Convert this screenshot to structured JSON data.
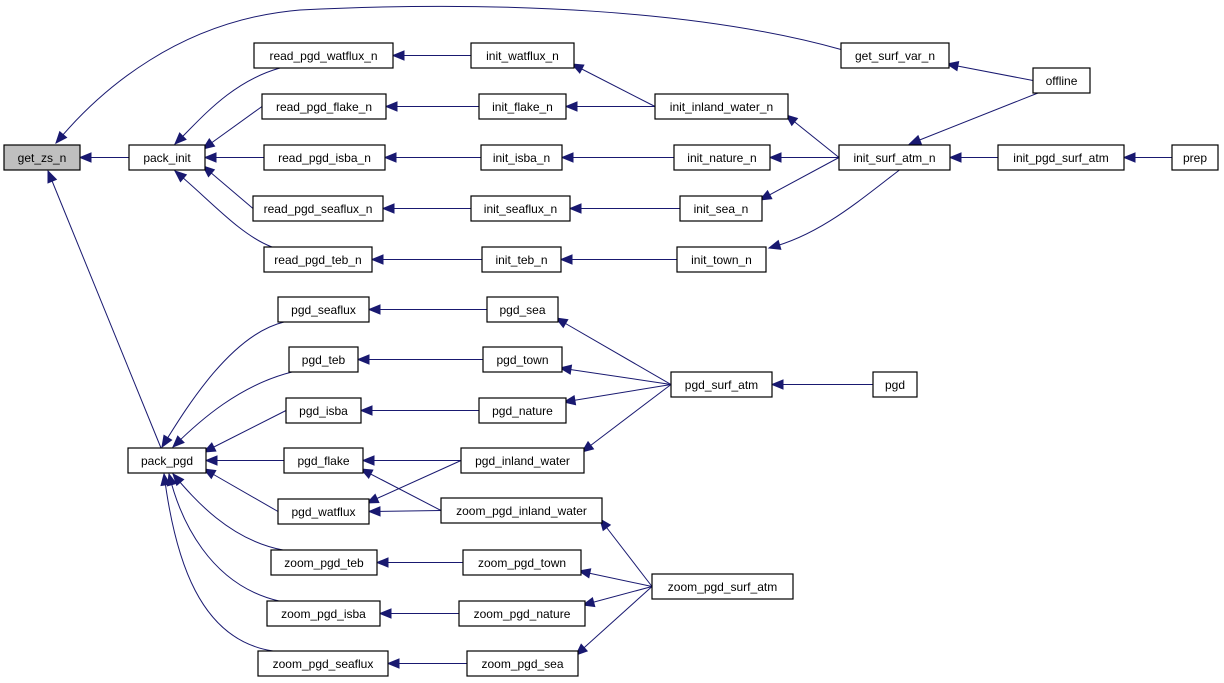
{
  "graph": {
    "type": "doxygen-caller-graph",
    "colors": {
      "edge": "#191970",
      "root_fill": "#bfbfbf",
      "node_fill": "#ffffff",
      "border": "#000000"
    },
    "root": "get_zs_n",
    "nodes": [
      {
        "id": "get_zs_n",
        "label": "get_zs_n"
      },
      {
        "id": "pack_init",
        "label": "pack_init"
      },
      {
        "id": "pack_pgd",
        "label": "pack_pgd"
      },
      {
        "id": "get_surf_var_n",
        "label": "get_surf_var_n"
      },
      {
        "id": "offline",
        "label": "offline"
      },
      {
        "id": "read_pgd_watflux_n",
        "label": "read_pgd_watflux_n"
      },
      {
        "id": "read_pgd_flake_n",
        "label": "read_pgd_flake_n"
      },
      {
        "id": "read_pgd_isba_n",
        "label": "read_pgd_isba_n"
      },
      {
        "id": "read_pgd_seaflux_n",
        "label": "read_pgd_seaflux_n"
      },
      {
        "id": "read_pgd_teb_n",
        "label": "read_pgd_teb_n"
      },
      {
        "id": "init_watflux_n",
        "label": "init_watflux_n"
      },
      {
        "id": "init_flake_n",
        "label": "init_flake_n"
      },
      {
        "id": "init_isba_n",
        "label": "init_isba_n"
      },
      {
        "id": "init_seaflux_n",
        "label": "init_seaflux_n"
      },
      {
        "id": "init_teb_n",
        "label": "init_teb_n"
      },
      {
        "id": "init_inland_water_n",
        "label": "init_inland_water_n"
      },
      {
        "id": "init_nature_n",
        "label": "init_nature_n"
      },
      {
        "id": "init_sea_n",
        "label": "init_sea_n"
      },
      {
        "id": "init_town_n",
        "label": "init_town_n"
      },
      {
        "id": "init_surf_atm_n",
        "label": "init_surf_atm_n"
      },
      {
        "id": "init_pgd_surf_atm",
        "label": "init_pgd_surf_atm"
      },
      {
        "id": "prep",
        "label": "prep"
      },
      {
        "id": "pgd_seaflux",
        "label": "pgd_seaflux"
      },
      {
        "id": "pgd_teb",
        "label": "pgd_teb"
      },
      {
        "id": "pgd_isba",
        "label": "pgd_isba"
      },
      {
        "id": "pgd_flake",
        "label": "pgd_flake"
      },
      {
        "id": "pgd_watflux",
        "label": "pgd_watflux"
      },
      {
        "id": "pgd_sea",
        "label": "pgd_sea"
      },
      {
        "id": "pgd_town",
        "label": "pgd_town"
      },
      {
        "id": "pgd_nature",
        "label": "pgd_nature"
      },
      {
        "id": "pgd_inland_water",
        "label": "pgd_inland_water"
      },
      {
        "id": "zoom_pgd_inland_water",
        "label": "zoom_pgd_inland_water"
      },
      {
        "id": "pgd_surf_atm",
        "label": "pgd_surf_atm"
      },
      {
        "id": "pgd",
        "label": "pgd"
      },
      {
        "id": "zoom_pgd_teb",
        "label": "zoom_pgd_teb"
      },
      {
        "id": "zoom_pgd_isba",
        "label": "zoom_pgd_isba"
      },
      {
        "id": "zoom_pgd_seaflux",
        "label": "zoom_pgd_seaflux"
      },
      {
        "id": "zoom_pgd_town",
        "label": "zoom_pgd_town"
      },
      {
        "id": "zoom_pgd_nature",
        "label": "zoom_pgd_nature"
      },
      {
        "id": "zoom_pgd_sea",
        "label": "zoom_pgd_sea"
      },
      {
        "id": "zoom_pgd_surf_atm",
        "label": "zoom_pgd_surf_atm"
      }
    ],
    "edges": [
      {
        "from": "pack_init",
        "to": "get_zs_n"
      },
      {
        "from": "pack_pgd",
        "to": "get_zs_n"
      },
      {
        "from": "get_surf_var_n",
        "to": "get_zs_n"
      },
      {
        "from": "offline",
        "to": "get_surf_var_n"
      },
      {
        "from": "read_pgd_watflux_n",
        "to": "pack_init"
      },
      {
        "from": "read_pgd_flake_n",
        "to": "pack_init"
      },
      {
        "from": "read_pgd_isba_n",
        "to": "pack_init"
      },
      {
        "from": "read_pgd_seaflux_n",
        "to": "pack_init"
      },
      {
        "from": "read_pgd_teb_n",
        "to": "pack_init"
      },
      {
        "from": "init_watflux_n",
        "to": "read_pgd_watflux_n"
      },
      {
        "from": "init_flake_n",
        "to": "read_pgd_flake_n"
      },
      {
        "from": "init_isba_n",
        "to": "read_pgd_isba_n"
      },
      {
        "from": "init_seaflux_n",
        "to": "read_pgd_seaflux_n"
      },
      {
        "from": "init_teb_n",
        "to": "read_pgd_teb_n"
      },
      {
        "from": "init_inland_water_n",
        "to": "init_watflux_n"
      },
      {
        "from": "init_inland_water_n",
        "to": "init_flake_n"
      },
      {
        "from": "init_nature_n",
        "to": "init_isba_n"
      },
      {
        "from": "init_sea_n",
        "to": "init_seaflux_n"
      },
      {
        "from": "init_town_n",
        "to": "init_teb_n"
      },
      {
        "from": "init_surf_atm_n",
        "to": "init_inland_water_n"
      },
      {
        "from": "init_surf_atm_n",
        "to": "init_nature_n"
      },
      {
        "from": "init_surf_atm_n",
        "to": "init_sea_n"
      },
      {
        "from": "init_surf_atm_n",
        "to": "init_town_n"
      },
      {
        "from": "offline",
        "to": "init_surf_atm_n"
      },
      {
        "from": "init_pgd_surf_atm",
        "to": "init_surf_atm_n"
      },
      {
        "from": "prep",
        "to": "init_pgd_surf_atm"
      },
      {
        "from": "pgd_seaflux",
        "to": "pack_pgd"
      },
      {
        "from": "pgd_teb",
        "to": "pack_pgd"
      },
      {
        "from": "pgd_isba",
        "to": "pack_pgd"
      },
      {
        "from": "pgd_flake",
        "to": "pack_pgd"
      },
      {
        "from": "pgd_watflux",
        "to": "pack_pgd"
      },
      {
        "from": "zoom_pgd_teb",
        "to": "pack_pgd"
      },
      {
        "from": "zoom_pgd_isba",
        "to": "pack_pgd"
      },
      {
        "from": "zoom_pgd_seaflux",
        "to": "pack_pgd"
      },
      {
        "from": "pgd_sea",
        "to": "pgd_seaflux"
      },
      {
        "from": "pgd_town",
        "to": "pgd_teb"
      },
      {
        "from": "pgd_nature",
        "to": "pgd_isba"
      },
      {
        "from": "pgd_inland_water",
        "to": "pgd_flake"
      },
      {
        "from": "pgd_inland_water",
        "to": "pgd_watflux"
      },
      {
        "from": "zoom_pgd_inland_water",
        "to": "pgd_flake"
      },
      {
        "from": "zoom_pgd_inland_water",
        "to": "pgd_watflux"
      },
      {
        "from": "pgd_surf_atm",
        "to": "pgd_sea"
      },
      {
        "from": "pgd_surf_atm",
        "to": "pgd_town"
      },
      {
        "from": "pgd_surf_atm",
        "to": "pgd_nature"
      },
      {
        "from": "pgd_surf_atm",
        "to": "pgd_inland_water"
      },
      {
        "from": "pgd",
        "to": "pgd_surf_atm"
      },
      {
        "from": "zoom_pgd_town",
        "to": "zoom_pgd_teb"
      },
      {
        "from": "zoom_pgd_nature",
        "to": "zoom_pgd_isba"
      },
      {
        "from": "zoom_pgd_sea",
        "to": "zoom_pgd_seaflux"
      },
      {
        "from": "zoom_pgd_surf_atm",
        "to": "zoom_pgd_inland_water"
      },
      {
        "from": "zoom_pgd_surf_atm",
        "to": "zoom_pgd_town"
      },
      {
        "from": "zoom_pgd_surf_atm",
        "to": "zoom_pgd_nature"
      },
      {
        "from": "zoom_pgd_surf_atm",
        "to": "zoom_pgd_sea"
      }
    ]
  }
}
